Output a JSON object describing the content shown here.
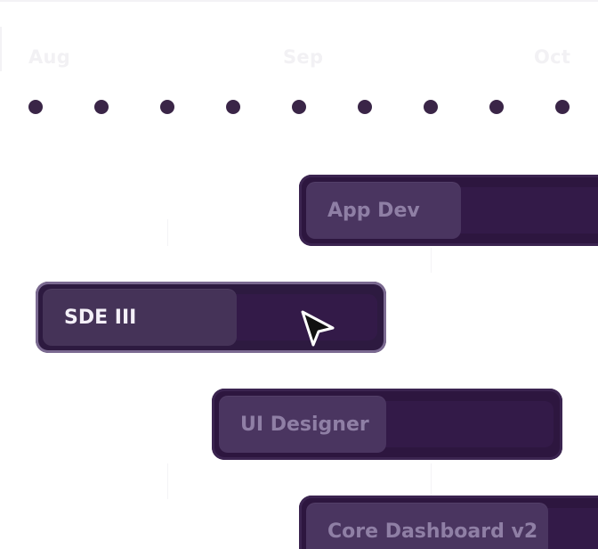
{
  "timeline": {
    "months": [
      "Aug",
      "Sep",
      "Oct"
    ],
    "dot_count": 9,
    "colors": {
      "dot": "#3a2547",
      "bar": "#2d163f",
      "bar_pill": "#4a3560",
      "bar_label": "#8f7fa5",
      "active_outline": "#7b6a91",
      "active_label": "#f4f0f8"
    }
  },
  "bars": [
    {
      "label": "App Dev",
      "selected": false
    },
    {
      "label": "SDE III",
      "selected": true
    },
    {
      "label": "UI Designer",
      "selected": false
    },
    {
      "label": "Core Dashboard v2",
      "selected": false
    }
  ],
  "cursor": {
    "icon": "arrow-cursor-icon"
  }
}
